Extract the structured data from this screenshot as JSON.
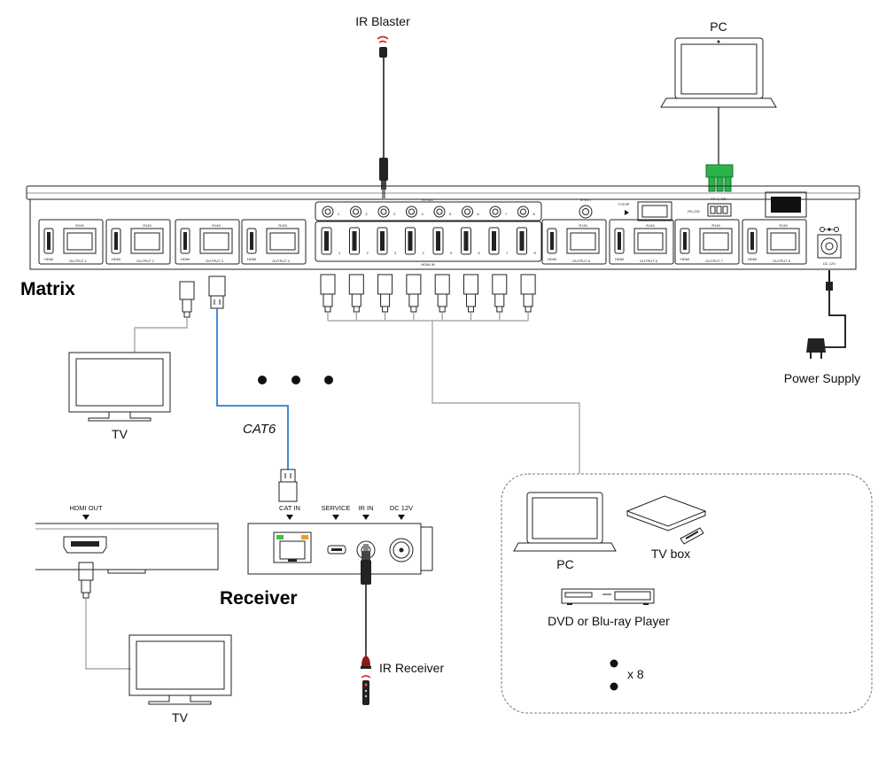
{
  "labels": {
    "ir_blaster": "IR Blaster",
    "pc_top": "PC",
    "matrix": "Matrix",
    "power_supply": "Power Supply",
    "tv_left": "TV",
    "cat6": "CAT6",
    "receiver": "Receiver",
    "hdmi_out": "HDMI OUT",
    "tv_bottom": "TV",
    "ir_receiver": "IR Receiver",
    "pc_source": "PC",
    "tv_box": "TV box",
    "dvd_player": "DVD or Blu-ray Player",
    "times_eight": "x 8"
  },
  "receiver_ports": {
    "cat_in": "CAT IN",
    "service": "SERVICE",
    "ir_in": "IR IN",
    "dc_12v": "DC 12V"
  },
  "matrix_panel": {
    "ir_out": "IR OUT",
    "ir_ext": "IR EXT",
    "tcp_ip": "TCP/IP",
    "rs232": "RS-232",
    "tx_rx": "TX ⏚ RX",
    "hdmi_in": "HDMI IN",
    "hdmi": "HDMI",
    "rj45": "RJ45",
    "dc_12v": "DC 12V",
    "outputs": [
      "OUTPUT 1",
      "OUTPUT 2",
      "OUTPUT 3",
      "OUTPUT 4",
      "OUTPUT 5",
      "OUTPUT 6",
      "OUTPUT 7",
      "OUTPUT 8"
    ],
    "ir_out_numbers": [
      "1",
      "2",
      "3",
      "4",
      "5",
      "6",
      "7",
      "8"
    ],
    "hdmi_in_numbers": [
      "1",
      "2",
      "3",
      "4",
      "5",
      "6",
      "7",
      "8"
    ]
  }
}
